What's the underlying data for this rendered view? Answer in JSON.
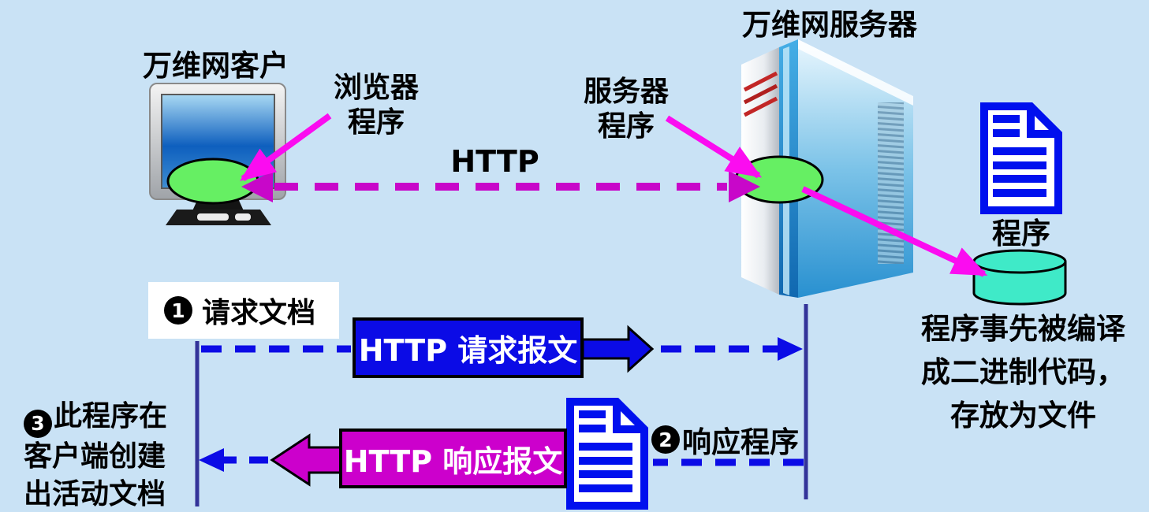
{
  "colors": {
    "background": "#C9E2F5",
    "message_blue": "#0B0BE6",
    "message_magenta": "#CC00CC",
    "pointer_pink": "#FB0CF0",
    "http_dash_magenta": "#C807C9",
    "process_green": "#66EF63",
    "disk_teal": "#3FEAC8",
    "document_blue": "#0010EE",
    "lifeline_navy": "#333399"
  },
  "top": {
    "client_label": "万维网客户",
    "browser_label": "浏览器\n程序",
    "http_label": "HTTP",
    "server_label": "万维网服务器",
    "server_program_label": "服务器\n程序",
    "program_doc_label": "程序",
    "storage_note": "程序事先被编译\n成二进制代码，\n存放为文件"
  },
  "sequence": {
    "step1_number": "1",
    "step1_label": "请求文档",
    "request_message_label": "HTTP 请求报文",
    "response_message_label": "HTTP 响应报文",
    "step2_number": "2",
    "step2_label": "响应程序",
    "step3_number": "3",
    "step3_label": "此程序在\n客户端创建\n出活动文档"
  }
}
